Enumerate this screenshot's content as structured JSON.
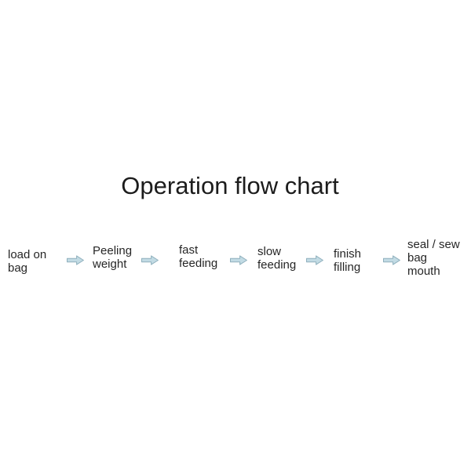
{
  "title": "Operation flow chart",
  "diagram": {
    "type": "horizontal-flow",
    "connector": "block-arrow-right",
    "steps": [
      {
        "label": "load on bag",
        "lines": [
          "load on",
          "bag"
        ]
      },
      {
        "label": "Peeling weight",
        "lines": [
          "Peeling",
          "weight"
        ]
      },
      {
        "label": "fast feeding",
        "lines": [
          "fast",
          "feeding"
        ]
      },
      {
        "label": "slow feeding",
        "lines": [
          "slow",
          "feeding"
        ]
      },
      {
        "label": "finish filling",
        "lines": [
          "finish",
          "filling"
        ]
      },
      {
        "label": "seal / sew bag mouth",
        "lines": [
          "seal / sew",
          "bag",
          "mouth"
        ]
      }
    ]
  },
  "colors": {
    "background": "#ffffff",
    "title_text": "#1c1c1c",
    "step_text": "#262626",
    "arrow_fill": "#c2dbe4",
    "arrow_stroke": "#8fb0bd"
  }
}
